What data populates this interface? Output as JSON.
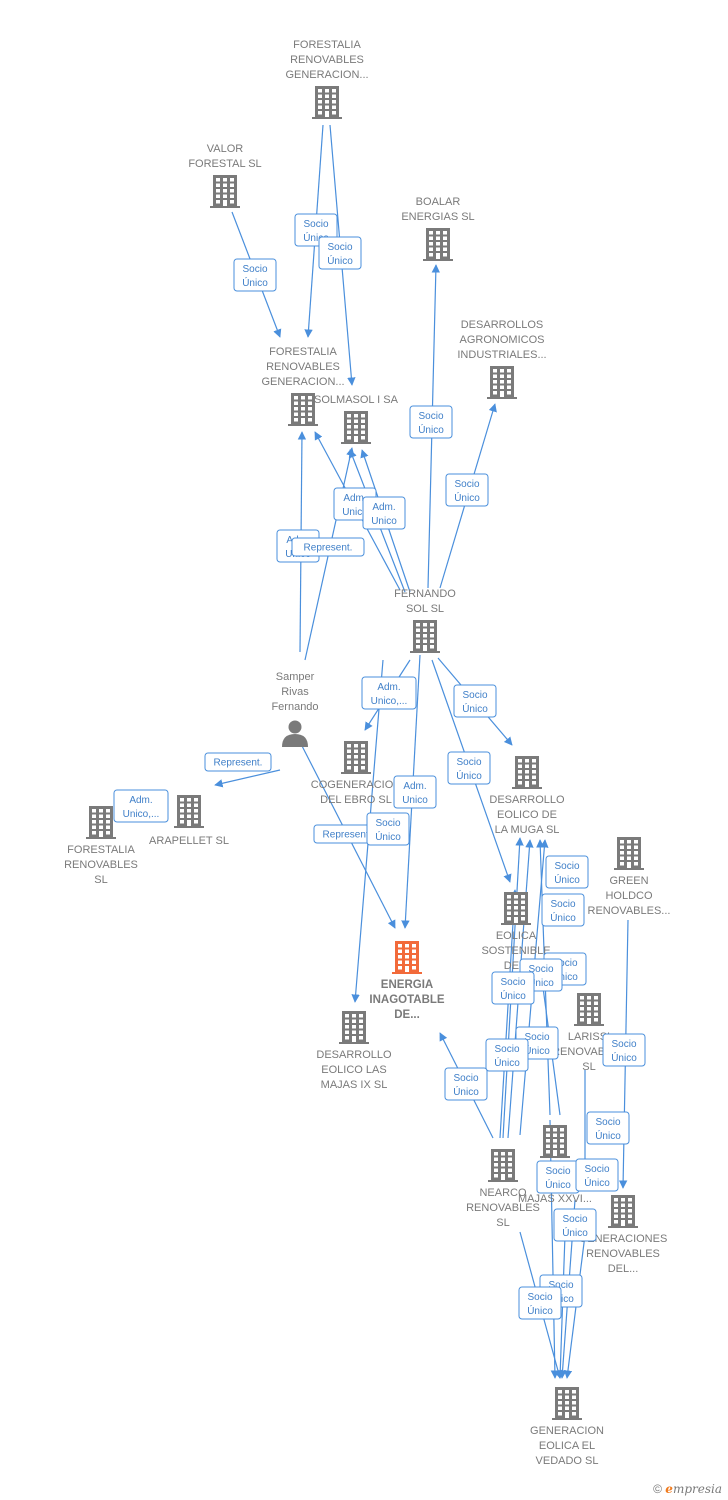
{
  "colors": {
    "edge": "#4a8fdc",
    "building": "#7a7a7a",
    "focus_building": "#f26a3a",
    "label": "#7a7a7a"
  },
  "nodes": [
    {
      "id": "forestalia_top",
      "type": "company",
      "lines": [
        "FORESTALIA",
        "RENOVABLES",
        "GENERACION..."
      ]
    },
    {
      "id": "valor_forestal",
      "type": "company",
      "lines": [
        "VALOR",
        "FORESTAL SL"
      ]
    },
    {
      "id": "boalar",
      "type": "company",
      "lines": [
        "BOALAR",
        "ENERGIAS  SL"
      ]
    },
    {
      "id": "desarrollos_agro",
      "type": "company",
      "lines": [
        "DESARROLLOS",
        "AGRONOMICOS",
        "INDUSTRIALES..."
      ]
    },
    {
      "id": "forestalia_mid",
      "type": "company",
      "lines": [
        "FORESTALIA",
        "RENOVABLES",
        "GENERACION..."
      ]
    },
    {
      "id": "solmasol",
      "type": "company",
      "lines": [
        "SOLMASOL I SA"
      ]
    },
    {
      "id": "fernando_sol",
      "type": "company",
      "lines": [
        "FERNANDO",
        "SOL SL"
      ]
    },
    {
      "id": "samper",
      "type": "person",
      "lines": [
        "Samper",
        "Rivas",
        "Fernando"
      ]
    },
    {
      "id": "cogeneracion",
      "type": "company",
      "lines": [
        "COGENERACION",
        "DEL EBRO  SL"
      ]
    },
    {
      "id": "forestalia_sl",
      "type": "company",
      "lines": [
        "FORESTALIA",
        "RENOVABLES",
        "SL"
      ]
    },
    {
      "id": "arapellet",
      "type": "company",
      "lines": [
        "ARAPELLET  SL"
      ]
    },
    {
      "id": "desarrollo_muga",
      "type": "company",
      "lines": [
        "DESARROLLO",
        "EOLICO DE",
        "LA MUGA SL"
      ]
    },
    {
      "id": "green_holdco",
      "type": "company",
      "lines": [
        "GREEN",
        "HOLDCO",
        "RENOVABLES..."
      ]
    },
    {
      "id": "eolica_sostenible",
      "type": "company",
      "lines": [
        "EOLICA",
        "SOSTENIBLE",
        "DE..."
      ]
    },
    {
      "id": "energia",
      "type": "focus",
      "lines": [
        "ENERGIA",
        "INAGOTABLE",
        "DE..."
      ]
    },
    {
      "id": "desarrollo_majas_ix",
      "type": "company",
      "lines": [
        "DESARROLLO",
        "EOLICO LAS",
        "MAJAS IX  SL"
      ]
    },
    {
      "id": "larissi",
      "type": "company",
      "lines": [
        "LARISSI",
        "RENOVABLES",
        "SL"
      ]
    },
    {
      "id": "nearco",
      "type": "company",
      "lines": [
        "NEARCO",
        "RENOVABLES",
        "SL"
      ]
    },
    {
      "id": "des_majas_xxvi",
      "type": "company",
      "lines": [
        "DES",
        "EO",
        "MAJAS XXVI..."
      ]
    },
    {
      "id": "generaciones",
      "type": "company",
      "lines": [
        "GENERACIONES",
        "RENOVABLES",
        "DEL..."
      ]
    },
    {
      "id": "generacion_vedado",
      "type": "company",
      "lines": [
        "GENERACION",
        "EOLICA EL",
        "VEDADO SL"
      ]
    }
  ],
  "relations": [
    {
      "lines": [
        "Socio",
        "Único"
      ]
    },
    {
      "lines": [
        "Socio",
        "Único"
      ]
    },
    {
      "lines": [
        "Socio",
        "Único"
      ]
    },
    {
      "lines": [
        "Socio",
        "Único"
      ]
    },
    {
      "lines": [
        "Socio",
        "Único"
      ]
    },
    {
      "lines": [
        "Adm.",
        "Unico"
      ]
    },
    {
      "lines": [
        "Adm.",
        "Unico"
      ]
    },
    {
      "lines": [
        "Adm.",
        "Unico"
      ]
    },
    {
      "lines": [
        "Represent."
      ]
    },
    {
      "lines": [
        "Adm.",
        "Unico,..."
      ]
    },
    {
      "lines": [
        "Socio",
        "Único"
      ]
    },
    {
      "lines": [
        "Represent."
      ]
    },
    {
      "lines": [
        "Adm.",
        "Unico,..."
      ]
    },
    {
      "lines": [
        "Socio",
        "Único"
      ]
    },
    {
      "lines": [
        "Adm.",
        "Unico"
      ]
    },
    {
      "lines": [
        "Represent."
      ]
    },
    {
      "lines": [
        "Socio",
        "Único"
      ]
    },
    {
      "lines": [
        "Socio",
        "Único"
      ]
    },
    {
      "lines": [
        "Socio",
        "Único"
      ]
    },
    {
      "lines": [
        "Socio",
        "Único"
      ]
    },
    {
      "lines": [
        "Socio",
        "Único"
      ]
    },
    {
      "lines": [
        "Socio",
        "Único"
      ]
    },
    {
      "lines": [
        "Socio",
        "Único"
      ]
    },
    {
      "lines": [
        "Socio",
        "Único"
      ]
    },
    {
      "lines": [
        "Socio",
        "Único"
      ]
    },
    {
      "lines": [
        "Socio",
        "Único"
      ]
    },
    {
      "lines": [
        "Socio",
        "Único"
      ]
    },
    {
      "lines": [
        "Socio",
        "Único"
      ]
    },
    {
      "lines": [
        "Socio",
        "Único"
      ]
    },
    {
      "lines": [
        "Socio",
        "Único"
      ]
    },
    {
      "lines": [
        "Socio",
        "Único"
      ]
    },
    {
      "lines": [
        "Socio",
        "Único"
      ]
    },
    {
      "lines": [
        "Socio",
        "Único"
      ]
    }
  ],
  "brand": {
    "copyright": "©",
    "e": "e",
    "rest": "mpresia"
  }
}
